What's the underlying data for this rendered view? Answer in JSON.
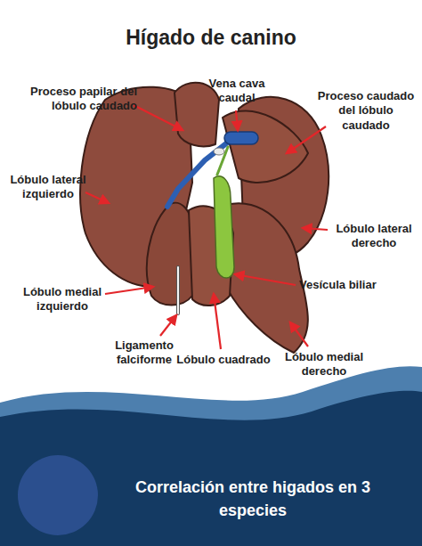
{
  "diagram": {
    "title": "Hígado de canino",
    "caption": "Correlación entre higados en 3 especies",
    "labels": [
      "Proceso papilar del lóbulo caudado",
      "Vena cava caudal",
      "Proceso caudado del lóbulo caudado",
      "Lóbulo lateral izquierdo",
      "Lóbulo lateral derecho",
      "Vesícula biliar",
      "Lóbulo medial izquierdo",
      "Ligamento falciforme",
      "Lóbulo cuadrado",
      "Lóbulo medial derecho"
    ]
  }
}
